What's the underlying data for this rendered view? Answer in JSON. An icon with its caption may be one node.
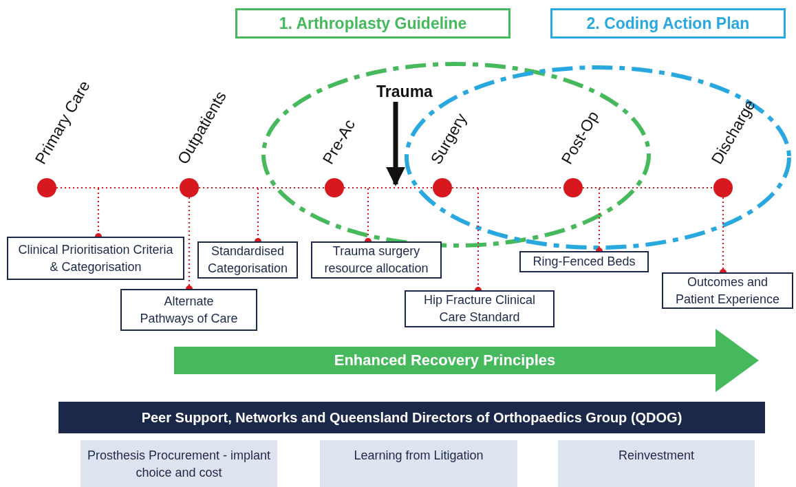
{
  "diagram": {
    "nodes": [
      {
        "text": [
          "1. Arthroplasty Guideline"
        ]
      },
      {
        "text": [
          "2. Coding Action Plan"
        ]
      },
      {
        "text": [
          "Primary Care"
        ]
      },
      {
        "text": [
          "Outpatients"
        ]
      },
      {
        "text": [
          "Trauma"
        ]
      },
      {
        "text": [
          "Pre-Ac"
        ]
      },
      {
        "text": [
          "Surgery"
        ]
      },
      {
        "text": [
          "Post-Op"
        ]
      },
      {
        "text": [
          "Discharge"
        ]
      },
      {
        "text": [
          "Clinical Prioritisation Criteria & Categorisation"
        ]
      },
      {
        "text": [
          "Standardised Categorisation"
        ]
      },
      {
        "text": [
          "Trauma surgery resource allocation"
        ]
      },
      {
        "text": [
          "Ring-Fenced Beds"
        ]
      },
      {
        "text": [
          "Alternate Pathways of Care"
        ]
      },
      {
        "text": [
          "Hip Fracture Clinical Care Standard"
        ]
      },
      {
        "text": [
          "Outcomes and Patient Experience"
        ]
      },
      {
        "text": [
          "Enhanced Recovery Principles"
        ]
      },
      {
        "text": [
          "Peer Support, Networks and Queensland Directors of Orthopaedics Group (QDOG)"
        ]
      },
      {
        "text": [
          "Prosthesis Procurement - implant choice and cost"
        ]
      },
      {
        "text": [
          "Learning from Litigation"
        ]
      },
      {
        "text": [
          "Reinvestment"
        ]
      }
    ],
    "edges": [
      {
        "from": 2,
        "to": 3,
        "arrow": "none",
        "style": "dashed"
      },
      {
        "from": 3,
        "to": 5,
        "arrow": "none",
        "style": "dashed"
      },
      {
        "from": 5,
        "to": 6,
        "arrow": "none",
        "style": "dashed"
      },
      {
        "from": 6,
        "to": 7,
        "arrow": "none",
        "style": "dashed"
      },
      {
        "from": 7,
        "to": 8,
        "arrow": "none",
        "style": "dashed"
      },
      {
        "from": 4,
        "to": null,
        "arrow": "to",
        "style": "thick",
        "color": "#111111"
      },
      {
        "from": null,
        "to": 9,
        "arrow": "other",
        "style": "dashed"
      },
      {
        "from": null,
        "to": 10,
        "arrow": "other",
        "style": "dashed"
      },
      {
        "from": null,
        "to": 11,
        "arrow": "other",
        "style": "dashed"
      },
      {
        "from": null,
        "to": 12,
        "arrow": "other",
        "style": "dashed"
      },
      {
        "from": 3,
        "to": 13,
        "arrow": "other",
        "style": "dashed"
      },
      {
        "from": null,
        "to": 14,
        "arrow": "other",
        "style": "dashed"
      },
      {
        "from": 8,
        "to": 15,
        "arrow": "other",
        "style": "dashed"
      }
    ]
  }
}
